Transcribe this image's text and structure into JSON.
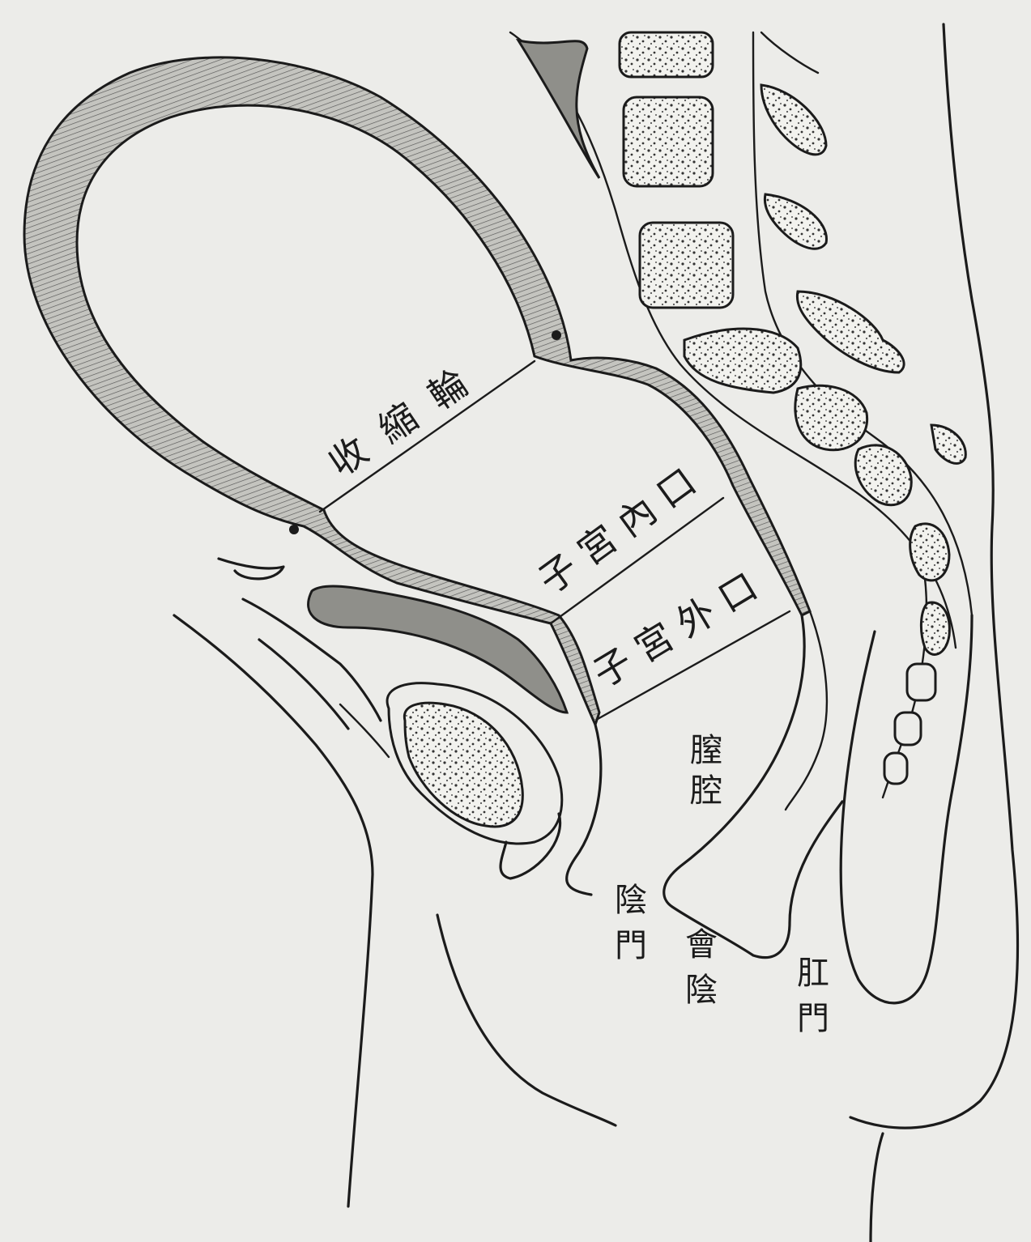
{
  "labels": {
    "contraction_ring": "收縮輪",
    "internal_os": "子宮內口",
    "external_os": "子宮外口",
    "vaginal_cavity": "膣腔",
    "vulva": "陰門",
    "perineum": "會陰",
    "anus": "肛門"
  },
  "icons": {
    "bone_texture": "stipple-pattern",
    "muscle_texture": "hatch-pattern"
  },
  "colors": {
    "line": "#1b1b1b",
    "background": "#ecece9",
    "uterine_wall": "#bdbdb8",
    "dark_tissue": "#8f8f8a"
  }
}
